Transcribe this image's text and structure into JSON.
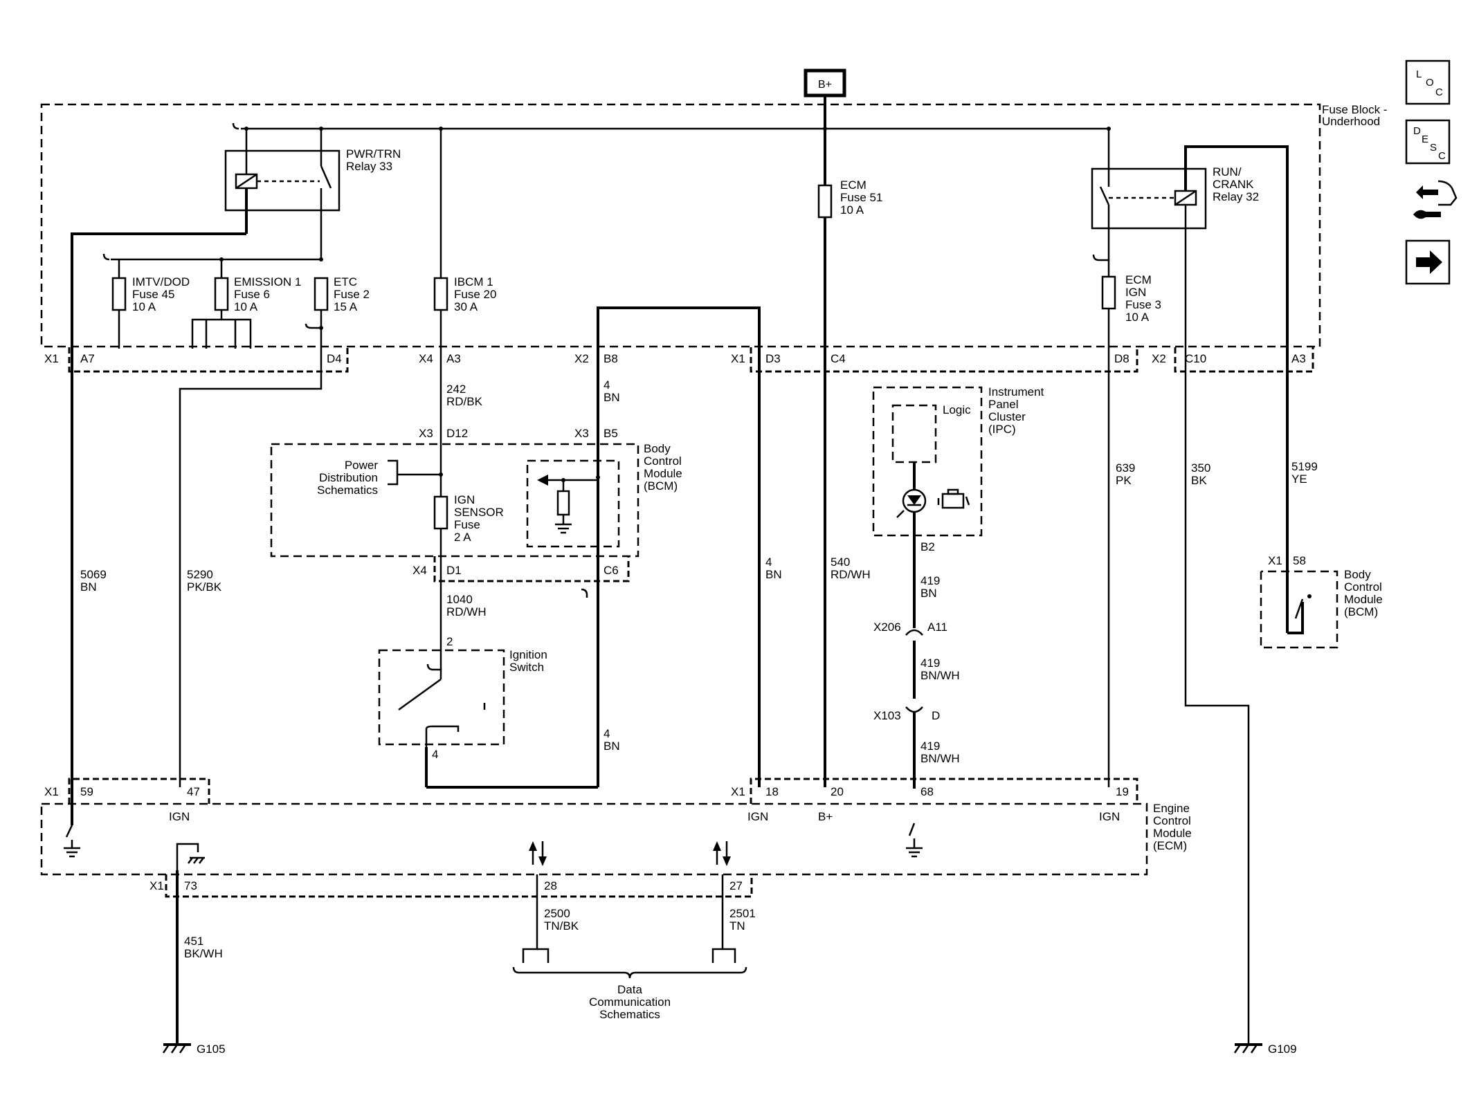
{
  "source": {
    "label": "B+"
  },
  "fuse_block": {
    "title_line1": "Fuse Block -",
    "title_line2": "Underhood"
  },
  "relays": {
    "pwr_trn": {
      "line1": "PWR/TRN",
      "line2": "Relay 33"
    },
    "run_crank": {
      "line1": "RUN/",
      "line2": "CRANK",
      "line3": "Relay 32"
    }
  },
  "fuses": {
    "imtv": {
      "line1": "IMTV/DOD",
      "line2": "Fuse 45",
      "line3": "10 A"
    },
    "emission": {
      "line1": "EMISSION 1",
      "line2": "Fuse 6",
      "line3": "10 A"
    },
    "etc": {
      "line1": "ETC",
      "line2": "Fuse 2",
      "line3": "15 A"
    },
    "ibcm": {
      "line1": "IBCM 1",
      "line2": "Fuse 20",
      "line3": "30 A"
    },
    "ecm": {
      "line1": "ECM",
      "line2": "Fuse 51",
      "line3": "10 A"
    },
    "ecm_ign": {
      "line1": "ECM",
      "line2": "IGN",
      "line3": "Fuse 3",
      "line4": "10 A"
    },
    "ign_sensor": {
      "line1": "IGN",
      "line2": "SENSOR",
      "line3": "Fuse",
      "line4": "2 A"
    }
  },
  "connectors": {
    "x1": "X1",
    "x2": "X2",
    "x3": "X3",
    "x4": "X4",
    "x206": "X206",
    "x103": "X103",
    "a7": "A7",
    "d4": "D4",
    "a3": "A3",
    "b8": "B8",
    "d3": "D3",
    "c4": "C4",
    "d8": "D8",
    "c10": "C10",
    "d12": "D12",
    "b5": "B5",
    "d1": "D1",
    "c6": "C6",
    "a11": "A11",
    "d": "D",
    "b2": "B2",
    "p58": "58",
    "p59": "59",
    "p47": "47",
    "p18": "18",
    "p20": "20",
    "p68": "68",
    "p19": "19",
    "p73": "73",
    "p28": "28",
    "p27": "27",
    "p2": "2",
    "p4": "4"
  },
  "wires": {
    "w5069": {
      "num": "5069",
      "color": "BN"
    },
    "w5290": {
      "num": "5290",
      "color": "PK/BK"
    },
    "w242": {
      "num": "242",
      "color": "RD/BK"
    },
    "w4a": {
      "num": "4",
      "color": "BN"
    },
    "w4b": {
      "num": "4",
      "color": "BN"
    },
    "w4c": {
      "num": "4",
      "color": "BN"
    },
    "w1040": {
      "num": "1040",
      "color": "RD/WH"
    },
    "w540": {
      "num": "540",
      "color": "RD/WH"
    },
    "w419a": {
      "num": "419",
      "color": "BN"
    },
    "w419b": {
      "num": "419",
      "color": "BN/WH"
    },
    "w419c": {
      "num": "419",
      "color": "BN/WH"
    },
    "w639": {
      "num": "639",
      "color": "PK"
    },
    "w350": {
      "num": "350",
      "color": "BK"
    },
    "w5199": {
      "num": "5199",
      "color": "YE"
    },
    "w451": {
      "num": "451",
      "color": "BK/WH"
    },
    "w2500": {
      "num": "2500",
      "color": "TN/BK"
    },
    "w2501": {
      "num": "2501",
      "color": "TN"
    }
  },
  "modules": {
    "bcm": {
      "line1": "Body",
      "line2": "Control",
      "line3": "Module",
      "line4": "(BCM)"
    },
    "bcm2": {
      "line1": "Body",
      "line2": "Control",
      "line3": "Module",
      "line4": "(BCM)"
    },
    "ipc": {
      "line1": "Instrument",
      "line2": "Panel",
      "line3": "Cluster",
      "line4": "(IPC)",
      "logic": "Logic"
    },
    "ecm": {
      "line1": "Engine",
      "line2": "Control",
      "line3": "Module",
      "line4": "(ECM)"
    },
    "ignition_switch": {
      "line1": "Ignition",
      "line2": "Switch"
    }
  },
  "pin_labels": {
    "ign1": "IGN",
    "ign2": "IGN",
    "ign3": "IGN",
    "bplus": "B+"
  },
  "refs": {
    "power_dist": {
      "line1": "Power",
      "line2": "Distribution",
      "line3": "Schematics"
    },
    "data_comm": {
      "line1": "Data",
      "line2": "Communication",
      "line3": "Schematics"
    }
  },
  "grounds": {
    "g105": "G105",
    "g109": "G109"
  },
  "nav": {
    "loc": {
      "l": "L",
      "o": "O",
      "c": "C"
    },
    "desc": {
      "d": "D",
      "e": "E",
      "s": "S",
      "c": "C"
    }
  }
}
